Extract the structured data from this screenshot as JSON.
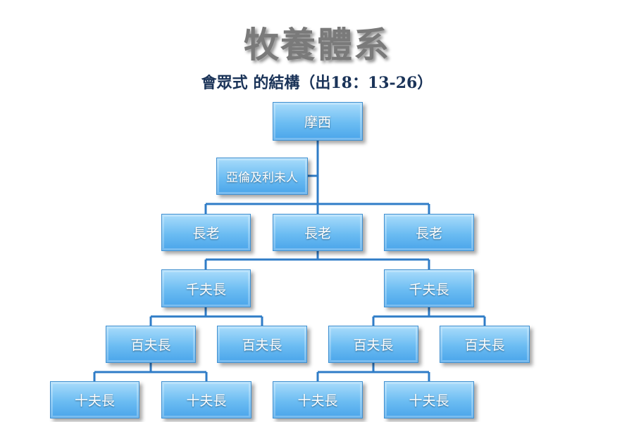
{
  "title": "牧養體系",
  "subtitle": "會眾式 的結構（出18：13-26）",
  "colors": {
    "box_fill": "#6bbcf2",
    "line": "#2f7cc7",
    "title": "#7a7a7a",
    "subtitle": "#1a3358"
  },
  "nodes": {
    "moses": "摩西",
    "aaron": "亞倫及利未人",
    "elders": [
      "長老",
      "長老",
      "長老"
    ],
    "thousands": [
      "千夫長",
      "千夫長"
    ],
    "hundreds": [
      "百夫長",
      "百夫長",
      "百夫長",
      "百夫長"
    ],
    "tens": [
      "十夫長",
      "十夫長",
      "十夫長",
      "十夫長"
    ]
  }
}
